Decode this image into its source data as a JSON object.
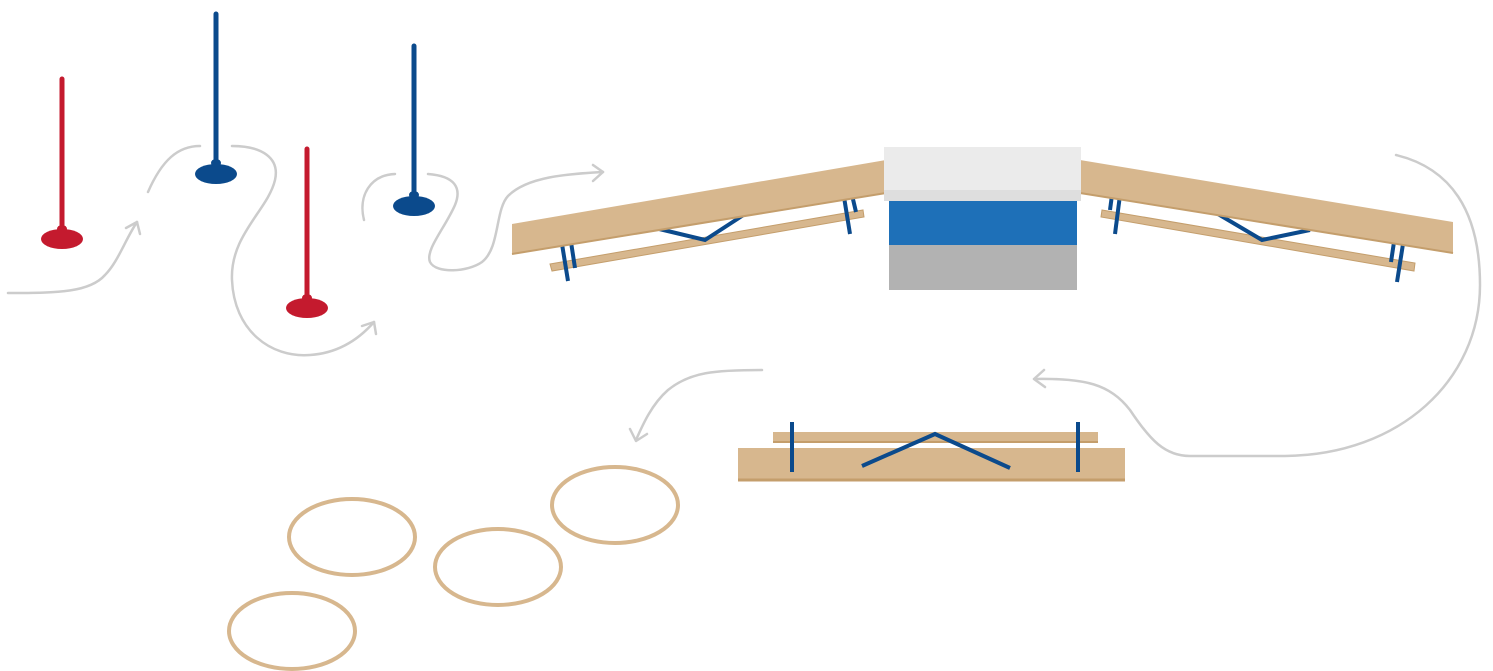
{
  "diagram": {
    "kind": "obstacle-course",
    "colors": {
      "pole_red": "#c41a2e",
      "pole_blue": "#0b4a8c",
      "wood": "#d7b78e",
      "wood_edge": "#c49e6c",
      "mat_top": "#ebebeb",
      "mat_blue": "#1e70b8",
      "mat_gray": "#b2b2b2",
      "path_arrow": "#cccccc",
      "hoop": "#d7b78e"
    },
    "stations": [
      {
        "id": "slalom-poles",
        "items": [
          "red-pole",
          "blue-pole",
          "red-pole",
          "blue-pole"
        ]
      },
      {
        "id": "bench-ramp-up",
        "items": [
          "bench"
        ]
      },
      {
        "id": "vaulting-box",
        "items": [
          "mat-top",
          "box-blue",
          "box-gray"
        ]
      },
      {
        "id": "bench-ramp-down",
        "items": [
          "bench"
        ]
      },
      {
        "id": "flat-bench",
        "items": [
          "bench"
        ]
      },
      {
        "id": "hoops",
        "items": [
          "hoop",
          "hoop",
          "hoop",
          "hoop"
        ]
      }
    ]
  }
}
